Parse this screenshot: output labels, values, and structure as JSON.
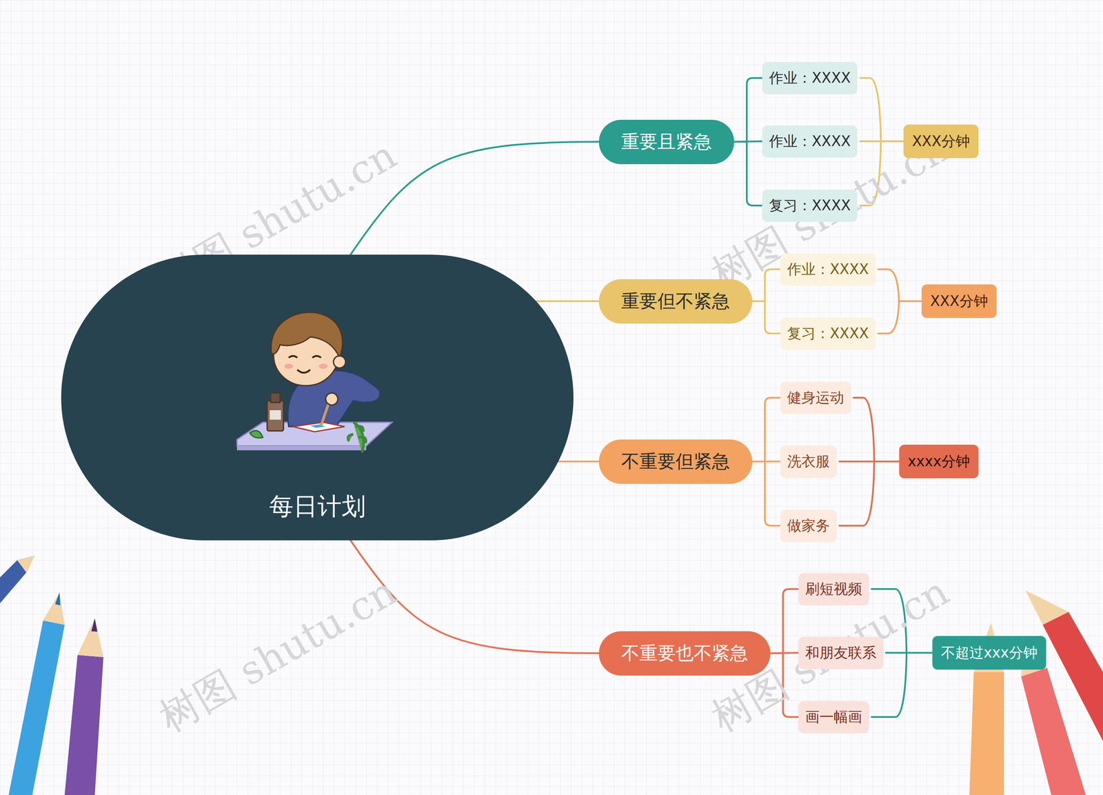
{
  "diagram": {
    "nodes": [
      {
        "text": [
          "每日计划"
        ]
      },
      {
        "text": [
          "重要且紧急"
        ]
      },
      {
        "text": [
          "作业：XXXX"
        ]
      },
      {
        "text": [
          "作业：XXXX"
        ]
      },
      {
        "text": [
          "复习：XXXX"
        ]
      },
      {
        "text": [
          "XXX分钟"
        ]
      },
      {
        "text": [
          "重要但不紧急"
        ]
      },
      {
        "text": [
          "作业：XXXX"
        ]
      },
      {
        "text": [
          "复习：XXXX"
        ]
      },
      {
        "text": [
          "XXX分钟"
        ]
      },
      {
        "text": [
          "不重要但紧急"
        ]
      },
      {
        "text": [
          "健身运动"
        ]
      },
      {
        "text": [
          "洗衣服"
        ]
      },
      {
        "text": [
          "做家务"
        ]
      },
      {
        "text": [
          "xxxx分钟"
        ]
      },
      {
        "text": [
          "不重要也不紧急"
        ]
      },
      {
        "text": [
          "刷短视频"
        ]
      },
      {
        "text": [
          "和朋友联系"
        ]
      },
      {
        "text": [
          "画一幅画"
        ]
      },
      {
        "text": [
          "不超过xxx分钟"
        ]
      }
    ],
    "edges": [
      {
        "from": 0,
        "to": 1,
        "arrow": "none"
      },
      {
        "from": 0,
        "to": 6,
        "arrow": "none"
      },
      {
        "from": 0,
        "to": 10,
        "arrow": "none"
      },
      {
        "from": 0,
        "to": 15,
        "arrow": "none"
      },
      {
        "from": 1,
        "to": 2,
        "arrow": "none"
      },
      {
        "from": 1,
        "to": 3,
        "arrow": "none"
      },
      {
        "from": 1,
        "to": 4,
        "arrow": "none"
      },
      {
        "from": 2,
        "to": 5,
        "arrow": "none"
      },
      {
        "from": 3,
        "to": 5,
        "arrow": "none"
      },
      {
        "from": 4,
        "to": 5,
        "arrow": "none"
      },
      {
        "from": 6,
        "to": 7,
        "arrow": "none"
      },
      {
        "from": 6,
        "to": 8,
        "arrow": "none"
      },
      {
        "from": 7,
        "to": 9,
        "arrow": "none"
      },
      {
        "from": 8,
        "to": 9,
        "arrow": "none"
      },
      {
        "from": 10,
        "to": 11,
        "arrow": "none"
      },
      {
        "from": 10,
        "to": 12,
        "arrow": "none"
      },
      {
        "from": 10,
        "to": 13,
        "arrow": "none"
      },
      {
        "from": 11,
        "to": 14,
        "arrow": "none"
      },
      {
        "from": 12,
        "to": 14,
        "arrow": "none"
      },
      {
        "from": 13,
        "to": 14,
        "arrow": "none"
      },
      {
        "from": 15,
        "to": 16,
        "arrow": "none"
      },
      {
        "from": 15,
        "to": 17,
        "arrow": "none"
      },
      {
        "from": 15,
        "to": 18,
        "arrow": "none"
      },
      {
        "from": 16,
        "to": 19,
        "arrow": "none"
      },
      {
        "from": 17,
        "to": 19,
        "arrow": "none"
      },
      {
        "from": 18,
        "to": 19,
        "arrow": "none"
      }
    ],
    "labels": [
      "树图 shutu.cn",
      "树图 shutu.cn",
      "树图 shutu.cn",
      "树图 shutu.cn"
    ]
  }
}
